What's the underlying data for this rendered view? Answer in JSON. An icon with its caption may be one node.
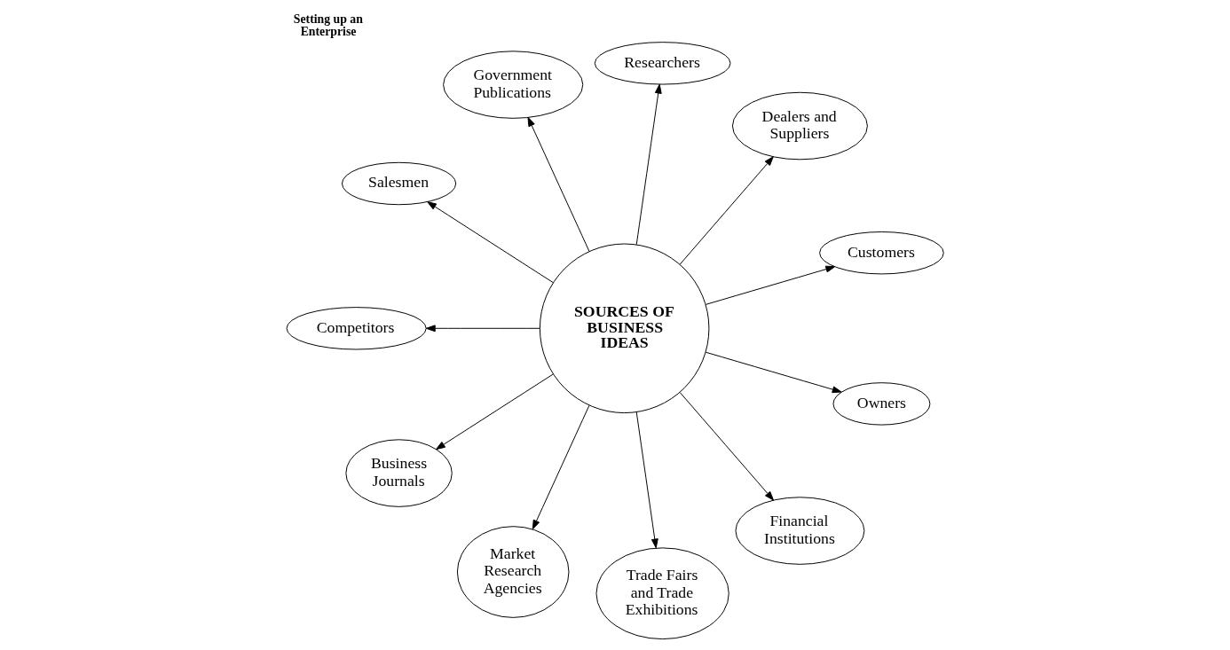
{
  "diagram": {
    "title": "Setting up an Enterprise",
    "nodes": [
      {
        "text": [
          "SOURCES OF BUSINESS IDEAS"
        ]
      },
      {
        "text": [
          "Customers"
        ]
      },
      {
        "text": [
          "Dealers and Suppliers"
        ]
      },
      {
        "text": [
          "Researchers"
        ]
      },
      {
        "text": [
          "Government Publications"
        ]
      },
      {
        "text": [
          "Salesmen"
        ]
      },
      {
        "text": [
          "Competitors"
        ]
      },
      {
        "text": [
          "Business Journals"
        ]
      },
      {
        "text": [
          "Market Research Agencies"
        ]
      },
      {
        "text": [
          "Trade Fairs and Trade Exhibitions"
        ]
      },
      {
        "text": [
          "Financial Institutions"
        ]
      },
      {
        "text": [
          "Owners"
        ]
      }
    ],
    "edges": [
      {
        "from": 0,
        "to": 1,
        "arrow": "to"
      },
      {
        "from": 0,
        "to": 2,
        "arrow": "to"
      },
      {
        "from": 0,
        "to": 3,
        "arrow": "to"
      },
      {
        "from": 0,
        "to": 4,
        "arrow": "to"
      },
      {
        "from": 0,
        "to": 5,
        "arrow": "to"
      },
      {
        "from": 0,
        "to": 6,
        "arrow": "to"
      },
      {
        "from": 0,
        "to": 7,
        "arrow": "to"
      },
      {
        "from": 0,
        "to": 8,
        "arrow": "to"
      },
      {
        "from": 0,
        "to": 9,
        "arrow": "to"
      },
      {
        "from": 0,
        "to": 10,
        "arrow": "to"
      },
      {
        "from": 0,
        "to": 11,
        "arrow": "to"
      }
    ]
  }
}
